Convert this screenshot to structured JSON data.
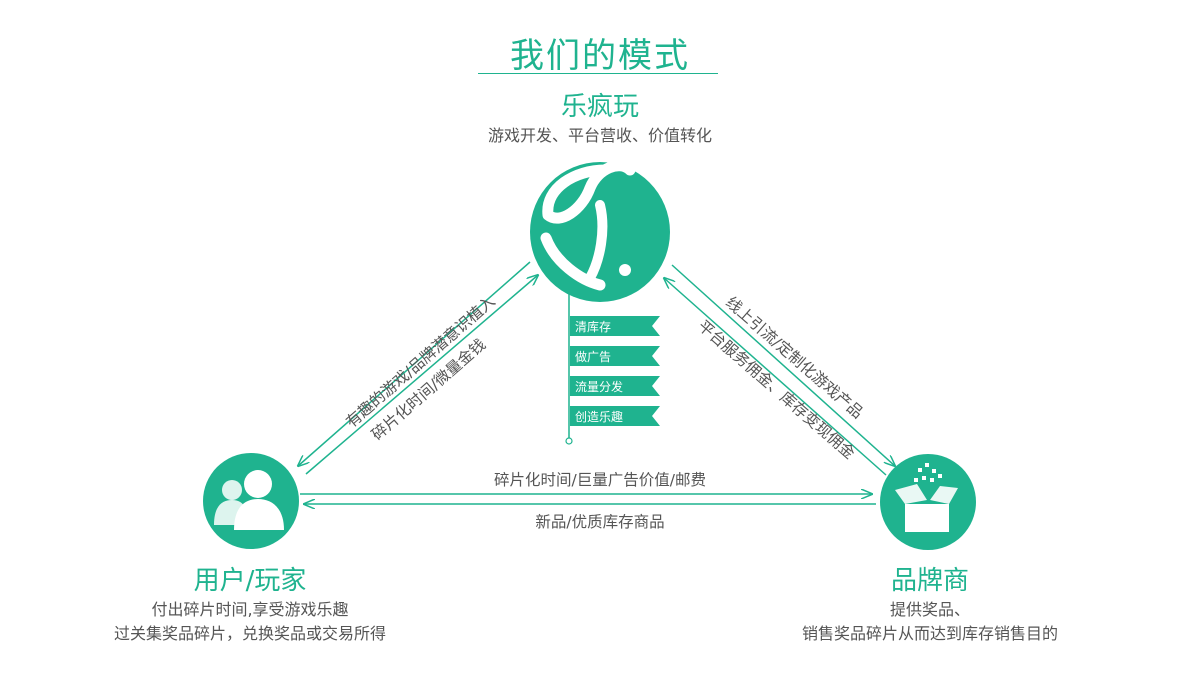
{
  "title": "我们的模式",
  "center": {
    "name": "乐疯玩",
    "desc": "游戏开发、平台营收、价值转化",
    "flags": [
      "清库存",
      "做广告",
      "流量分发",
      "创造乐趣"
    ]
  },
  "user": {
    "name": "用户/玩家",
    "desc1": "付出碎片时间,享受游戏乐趣",
    "desc2": "过关集奖品碎片，兑换奖品或交易所得"
  },
  "brand": {
    "name": "品牌商",
    "desc1": "提供奖品、",
    "desc2": "销售奖品碎片从而达到库存销售目的"
  },
  "edges": {
    "center_to_user": "有趣的游戏/品牌潜意识植入",
    "user_to_center": "碎片化时间/微量金钱",
    "center_to_brand": "线上引流/定制化游戏产品",
    "brand_to_center": "平台服务佣金、库存变现佣金",
    "user_to_brand": "碎片化时间/巨量广告价值/邮费",
    "brand_to_user": "新品/优质库存商品"
  },
  "colors": {
    "accent": "#1fb38f",
    "text": "#555555"
  }
}
